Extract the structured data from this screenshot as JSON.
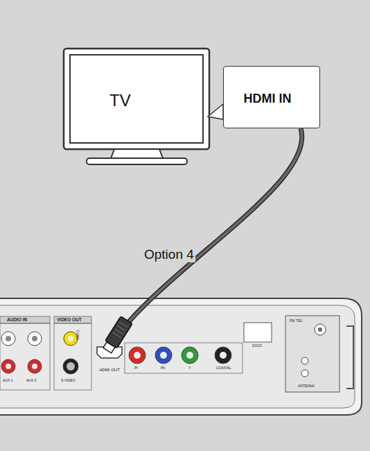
{
  "diagram": {
    "nodes": [
      {
        "text": [
          "TV"
        ]
      },
      {
        "text": [
          "HDMI IN"
        ]
      },
      {
        "text": [
          "HDMI OUT"
        ]
      }
    ],
    "edges": [
      {
        "from": 1,
        "to": 2,
        "arrow": "none",
        "label": "Option 4"
      }
    ],
    "labels": [
      "AUDIO IN",
      "VIDEO OUT",
      "CVBS",
      "S-VIDEO",
      "AUX 1",
      "AUX 2",
      "Pr",
      "Pb",
      "Y",
      "COAXIAL",
      "DOCK",
      "FM 75Ω",
      "ANTENNA"
    ]
  }
}
